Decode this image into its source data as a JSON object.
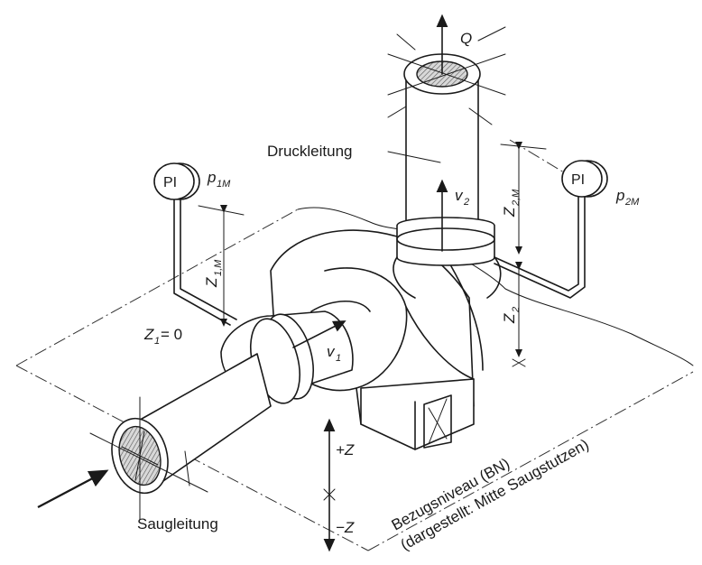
{
  "labels": {
    "flow": "Q",
    "pressure_line": "Druckleitung",
    "suction_line": "Saugleitung",
    "v1": "v",
    "v1_sub": "1",
    "v2": "v",
    "v2_sub": "2",
    "gauge1": "PI",
    "gauge2": "PI",
    "p1m": "p",
    "p1m_sub": "1M",
    "p2m": "p",
    "p2m_sub": "2M",
    "z1m": "Z",
    "z1m_sub": "1,M",
    "z2m": "Z",
    "z2m_sub": "2,M",
    "z2": "Z",
    "z2_sub": "2",
    "z1_zero": "Z",
    "z1_zero_sub": "1",
    "z1_zero_eq": " = 0",
    "plus_z": "+Z",
    "minus_z": "−Z",
    "reference_level": "Bezugsniveau (BN)",
    "reference_note": "(dargestellt: Mitte Saugstutzen)"
  }
}
